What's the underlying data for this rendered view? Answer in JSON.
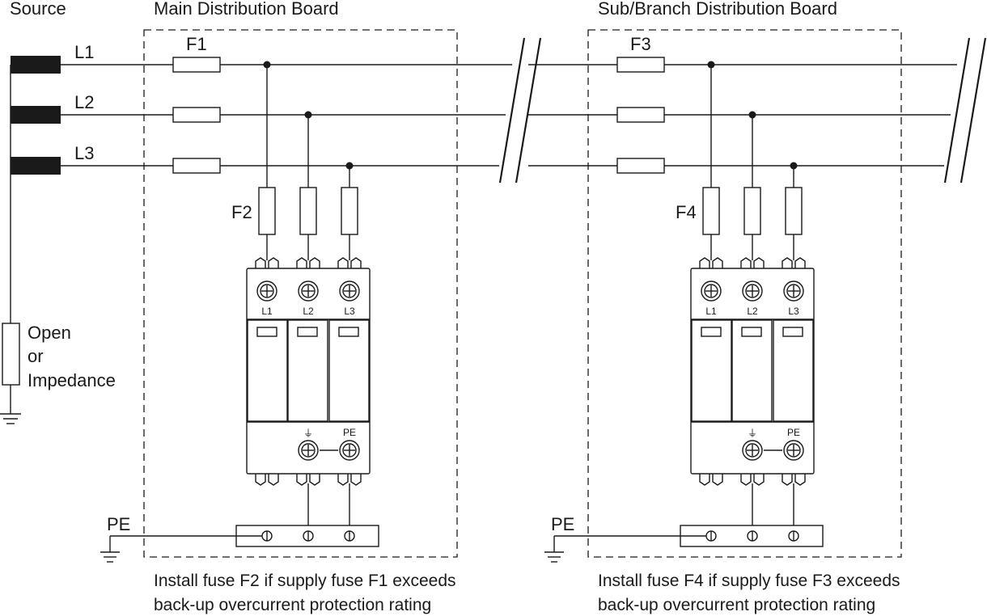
{
  "source_label": "Source",
  "phases": [
    "L1",
    "L2",
    "L3"
  ],
  "neutral_label": [
    "Open",
    "or",
    "Impedance"
  ],
  "boards": [
    {
      "title": "Main Distribution Board",
      "supply_fuse": "F1",
      "spd_fuse": "F2",
      "terminal_labels": [
        "L1",
        "L2",
        "L3"
      ],
      "earth_symbol": "⏚",
      "pe_terminal_label": "PE",
      "pe_label": "PE",
      "note": [
        "Install fuse F2 if supply fuse F1 exceeds",
        "back-up overcurrent protection rating"
      ]
    },
    {
      "title": "Sub/Branch Distribution Board",
      "supply_fuse": "F3",
      "spd_fuse": "F4",
      "terminal_labels": [
        "L1",
        "L2",
        "L3"
      ],
      "earth_symbol": "⏚",
      "pe_terminal_label": "PE",
      "pe_label": "PE",
      "note": [
        "Install fuse F4 if supply fuse F3 exceeds",
        "back-up overcurrent protection rating"
      ]
    }
  ]
}
